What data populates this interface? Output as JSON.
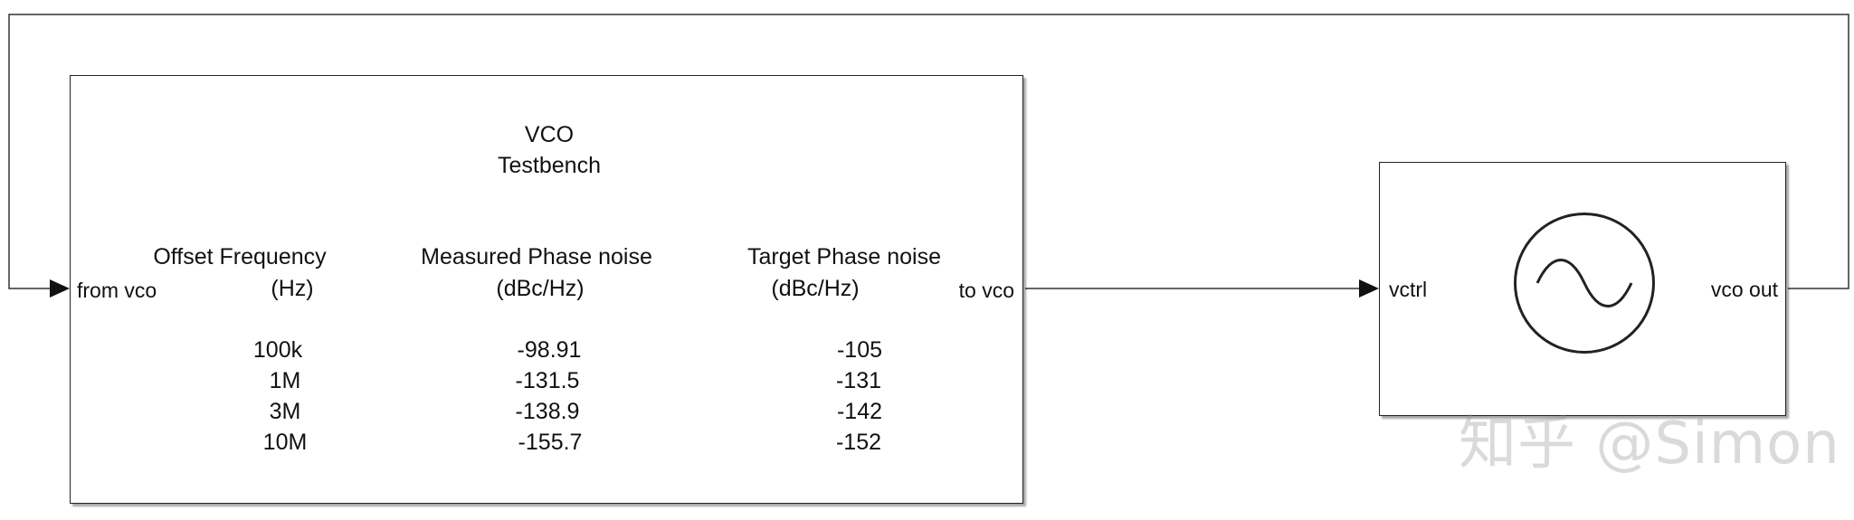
{
  "testbench": {
    "title_line1": "VCO",
    "title_line2": "Testbench",
    "port_in": "from vco",
    "port_out": "to vco",
    "columns": {
      "offset": {
        "line1": "Offset Frequency",
        "line2": "(Hz)"
      },
      "measured": {
        "line1": "Measured Phase noise",
        "line2": "(dBc/Hz)"
      },
      "target": {
        "line1": "Target Phase noise",
        "line2": "(dBc/Hz)"
      }
    },
    "rows": [
      {
        "offset": "100k",
        "measured": "-98.91",
        "target": "-105"
      },
      {
        "offset": "1M",
        "measured": "-131.5",
        "target": "-131"
      },
      {
        "offset": "3M",
        "measured": "-138.9",
        "target": "-142"
      },
      {
        "offset": "10M",
        "measured": "-155.7",
        "target": "-152"
      }
    ]
  },
  "vco": {
    "port_in": "vctrl",
    "port_out": "vco out",
    "icon": "sine-oscillator-icon"
  },
  "watermark": "知乎 @Simon",
  "colors": {
    "line": "#222222",
    "background": "#ffffff",
    "watermark": "#969696"
  }
}
